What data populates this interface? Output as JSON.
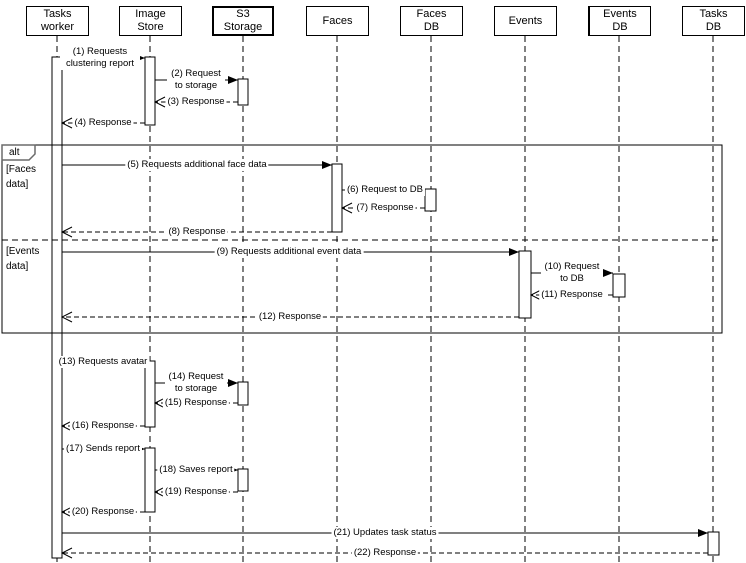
{
  "actors": [
    {
      "label": "Tasks worker"
    },
    {
      "label": "Image Store"
    },
    {
      "label": "S3 Storage"
    },
    {
      "label": "Faces"
    },
    {
      "label": "Faces DB"
    },
    {
      "label": "Events"
    },
    {
      "label": "Events DB"
    },
    {
      "label": "Tasks DB"
    }
  ],
  "frame": {
    "operator": "alt",
    "guards": [
      {
        "label": "[Faces data]"
      },
      {
        "label": "[Events data]"
      }
    ]
  },
  "messages": [
    {
      "label": "(1) Requests clustering report",
      "from": "Tasks worker",
      "to": "Image Store",
      "kind": "call"
    },
    {
      "label": "(2) Request to storage",
      "from": "Image Store",
      "to": "S3 Storage",
      "kind": "call"
    },
    {
      "label": "(3) Response",
      "from": "S3 Storage",
      "to": "Image Store",
      "kind": "return"
    },
    {
      "label": "(4) Response",
      "from": "Image Store",
      "to": "Tasks worker",
      "kind": "return"
    },
    {
      "label": "(5) Requests additional face data",
      "from": "Tasks worker",
      "to": "Faces",
      "kind": "call"
    },
    {
      "label": "(6) Request to DB",
      "from": "Faces",
      "to": "Faces DB",
      "kind": "call"
    },
    {
      "label": "(7) Response",
      "from": "Faces DB",
      "to": "Faces",
      "kind": "return"
    },
    {
      "label": "(8) Response",
      "from": "Faces",
      "to": "Tasks worker",
      "kind": "return"
    },
    {
      "label": "(9) Requests additional event data",
      "from": "Tasks worker",
      "to": "Events",
      "kind": "call"
    },
    {
      "label": "(10) Request to DB",
      "from": "Events",
      "to": "Events DB",
      "kind": "call"
    },
    {
      "label": "(11) Response",
      "from": "Events DB",
      "to": "Events",
      "kind": "return"
    },
    {
      "label": "(12) Response",
      "from": "Events",
      "to": "Tasks worker",
      "kind": "return"
    },
    {
      "label": "(13) Requests avatar",
      "from": "Tasks worker",
      "to": "Image Store",
      "kind": "call"
    },
    {
      "label": "(14) Request to storage",
      "from": "Image Store",
      "to": "S3 Storage",
      "kind": "call"
    },
    {
      "label": "(15) Response",
      "from": "S3 Storage",
      "to": "Image Store",
      "kind": "return"
    },
    {
      "label": "(16) Response",
      "from": "Image Store",
      "to": "Tasks worker",
      "kind": "return"
    },
    {
      "label": "(17) Sends report",
      "from": "Tasks worker",
      "to": "Image Store",
      "kind": "call"
    },
    {
      "label": "(18) Saves report",
      "from": "Image Store",
      "to": "S3 Storage",
      "kind": "call"
    },
    {
      "label": "(19) Response",
      "from": "S3 Storage",
      "to": "Image Store",
      "kind": "return"
    },
    {
      "label": "(20) Response",
      "from": "Image Store",
      "to": "Tasks worker",
      "kind": "return"
    },
    {
      "label": "(21) Updates task status",
      "from": "Tasks worker",
      "to": "Tasks DB",
      "kind": "call"
    },
    {
      "label": "(22) Response",
      "from": "Tasks DB",
      "to": "Tasks worker",
      "kind": "return"
    }
  ]
}
